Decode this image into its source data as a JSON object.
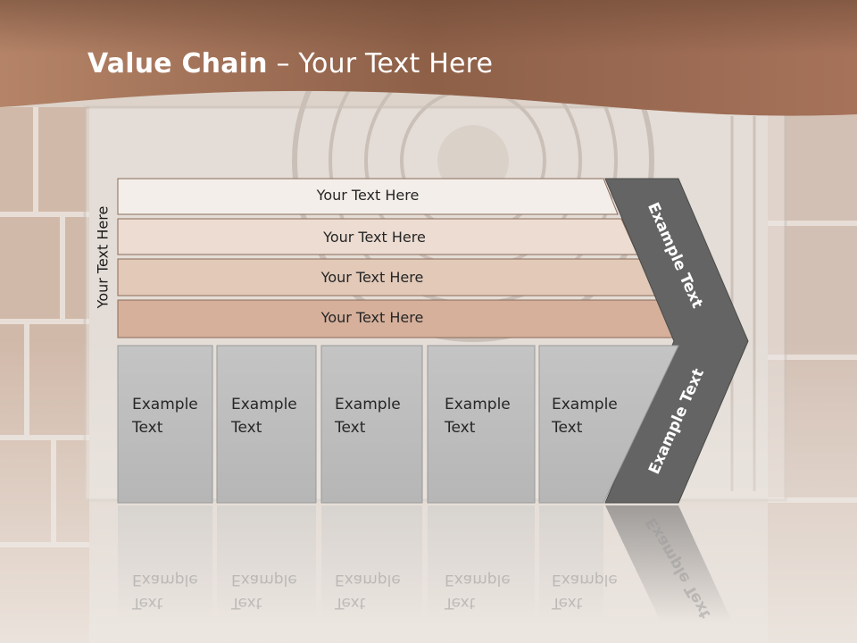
{
  "title": {
    "bold": "Value Chain",
    "dash": "–",
    "rest": "Your Text Here"
  },
  "side_label": "Your Text Here",
  "bars": [
    {
      "label": "Your Text Here",
      "color": "#f3eee9"
    },
    {
      "label": "Your Text Here",
      "color": "#ecdcd1"
    },
    {
      "label": "Your Text Here",
      "color": "#e2c9b8"
    },
    {
      "label": "Your Text Here",
      "color": "#d6b09b"
    }
  ],
  "boxes": [
    {
      "line1": "Example",
      "line2": "Text"
    },
    {
      "line1": "Example",
      "line2": "Text"
    },
    {
      "line1": "Example",
      "line2": "Text"
    },
    {
      "line1": "Example",
      "line2": "Text"
    },
    {
      "line1": "Example",
      "line2": "Text"
    }
  ],
  "arrow": {
    "upper": "Example Text",
    "lower": "Example Text",
    "color": "#646464"
  },
  "colors": {
    "header": "#9c6b4e",
    "box": "#c2c2c2"
  }
}
